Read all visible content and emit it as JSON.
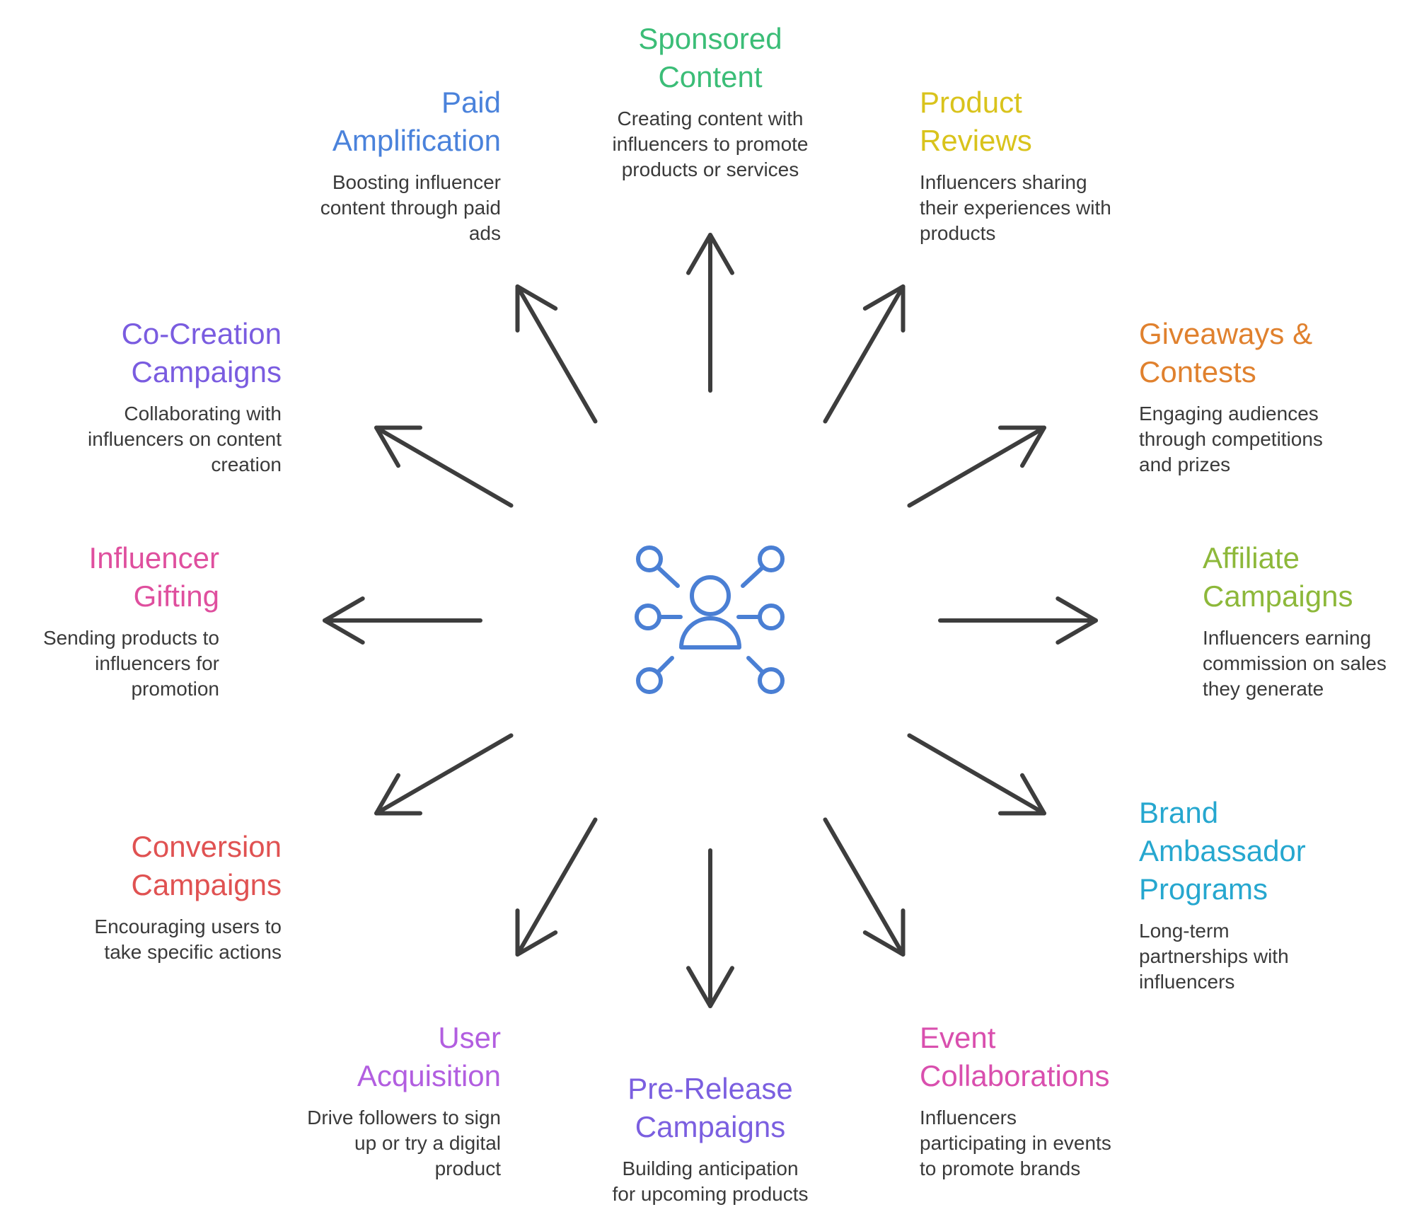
{
  "center": {
    "icon": "network-user-icon",
    "color": "#4a7fd4"
  },
  "arrow_color": "#3d3d3d",
  "items": [
    {
      "key": "sponsored-content",
      "title": "Sponsored Content",
      "title_lines": [
        "Sponsored",
        "Content"
      ],
      "desc_lines": [
        "Creating content with",
        "influencers to promote",
        "products or services"
      ],
      "color": "#3bbd77"
    },
    {
      "key": "product-reviews",
      "title": "Product Reviews",
      "title_lines": [
        "Product",
        "Reviews"
      ],
      "desc_lines": [
        "Influencers sharing",
        "their experiences with",
        "products"
      ],
      "color": "#d9c31c"
    },
    {
      "key": "giveaways-contests",
      "title": "Giveaways & Contests",
      "title_lines": [
        "Giveaways &",
        "Contests"
      ],
      "desc_lines": [
        "Engaging audiences",
        "through competitions",
        "and prizes"
      ],
      "color": "#e0812e"
    },
    {
      "key": "affiliate-campaigns",
      "title": "Affiliate Campaigns",
      "title_lines": [
        "Affiliate",
        "Campaigns"
      ],
      "desc_lines": [
        "Influencers earning",
        "commission on sales",
        "they generate"
      ],
      "color": "#8db83a"
    },
    {
      "key": "brand-ambassador-programs",
      "title": "Brand Ambassador Programs",
      "title_lines": [
        "Brand",
        "Ambassador",
        "Programs"
      ],
      "desc_lines": [
        "Long-term",
        "partnerships with",
        "influencers"
      ],
      "color": "#26a7cf"
    },
    {
      "key": "event-collaborations",
      "title": "Event Collaborations",
      "title_lines": [
        "Event",
        "Collaborations"
      ],
      "desc_lines": [
        "Influencers",
        "participating in events",
        "to promote brands"
      ],
      "color": "#d94fae"
    },
    {
      "key": "pre-release-campaigns",
      "title": "Pre-Release Campaigns",
      "title_lines": [
        "Pre-Release",
        "Campaigns"
      ],
      "desc_lines": [
        "Building anticipation",
        "for upcoming products"
      ],
      "color": "#7b5fe0"
    },
    {
      "key": "user-acquisition",
      "title": "User Acquisition",
      "title_lines": [
        "User",
        "Acquisition"
      ],
      "desc_lines": [
        "Drive followers to sign",
        "up or try a digital",
        "product"
      ],
      "color": "#b25ee0"
    },
    {
      "key": "conversion-campaigns",
      "title": "Conversion Campaigns",
      "title_lines": [
        "Conversion",
        "Campaigns"
      ],
      "desc_lines": [
        "Encouraging users to",
        "take specific actions"
      ],
      "color": "#e05252"
    },
    {
      "key": "influencer-gifting",
      "title": "Influencer Gifting",
      "title_lines": [
        "Influencer",
        "Gifting"
      ],
      "desc_lines": [
        "Sending products to",
        "influencers for",
        "promotion"
      ],
      "color": "#df4f9e"
    },
    {
      "key": "co-creation-campaigns",
      "title": "Co-Creation Campaigns",
      "title_lines": [
        "Co-Creation",
        "Campaigns"
      ],
      "desc_lines": [
        "Collaborating with",
        "influencers on content",
        "creation"
      ],
      "color": "#7a5ce0"
    },
    {
      "key": "paid-amplification",
      "title": "Paid Amplification",
      "title_lines": [
        "Paid",
        "Amplification"
      ],
      "desc_lines": [
        "Boosting influencer",
        "content through paid",
        "ads"
      ],
      "color": "#4a82db"
    }
  ]
}
